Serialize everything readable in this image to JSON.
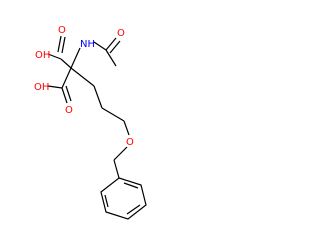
{
  "molecule": {
    "labels": {
      "oh_top": "OH",
      "oh_bottom": "OH",
      "o_carbonyl_top": "O",
      "o_carbonyl_bottom": "O",
      "nh": "NH",
      "o_amide": "O",
      "o_ether": "O"
    }
  },
  "colors": {
    "bond": "#000000",
    "oxygen": "#ff0000",
    "nitrogen": "#0000ff",
    "background": "#ffffff"
  }
}
